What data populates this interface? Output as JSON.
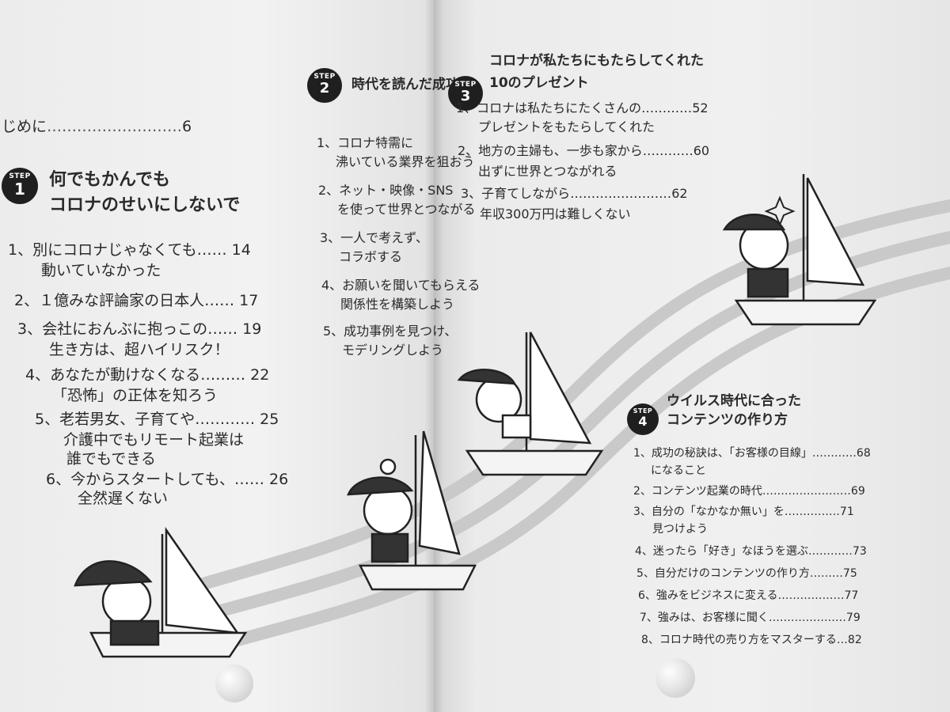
{
  "intro": {
    "label": "じめに",
    "dots": "………………………",
    "page": "6"
  },
  "step1": {
    "badge_step": "STEP",
    "badge_num": "1",
    "title_line1": "何でもかんでも",
    "title_line2": "コロナのせいにしないで",
    "items": [
      {
        "line1": "1、別にコロナじゃなくても……",
        "page": "14",
        "line2": "動いていなかった"
      },
      {
        "line1": "2、１億みな評論家の日本人……",
        "page": "17",
        "line2": ""
      },
      {
        "line1": "3、会社におんぶに抱っこの……",
        "page": "19",
        "line2": "生き方は、超ハイリスク！"
      },
      {
        "line1": "4、あなたが動けなくなる………",
        "page": "22",
        "line2": "「恐怖」の正体を知ろう"
      },
      {
        "line1": "5、老若男女、子育てや…………",
        "page": "25",
        "line2": "介護中でもリモート起業は",
        "line3": "誰でもできる"
      },
      {
        "line1": "6、今からスタートしても、……",
        "page": "26",
        "line2": "全然遅くない"
      }
    ]
  },
  "step2": {
    "badge_step": "STEP",
    "badge_num": "2",
    "title": "時代を読んだ成功",
    "items": [
      {
        "line1": "1、コロナ特需に",
        "line2": "沸いている業界を狙おう"
      },
      {
        "line1": "2、ネット・映像・SNS",
        "line2": "を使って世界とつながる"
      },
      {
        "line1": "3、一人で考えず、",
        "line2": "コラボする"
      },
      {
        "line1": "4、お願いを聞いてもらえる",
        "line2": "関係性を構築しよう"
      },
      {
        "line1": "5、成功事例を見つけ、",
        "line2": "モデリングしよう"
      }
    ]
  },
  "step3": {
    "badge_step": "STEP",
    "badge_num": "3",
    "title_line1": "コロナが私たちにもたらしてくれた",
    "title_line2": "10のプレゼント",
    "items": [
      {
        "line1": "1、コロナは私たちにたくさんの…………",
        "page": "52",
        "line2": "プレゼントをもたらしてくれた"
      },
      {
        "line1": "2、地方の主婦も、一歩も家から…………",
        "page": "60",
        "line2": "出ずに世界とつながれる"
      },
      {
        "line1": "3、子育てしながら……………………",
        "page": "62",
        "line2": "年収300万円は難しくない"
      }
    ]
  },
  "step4": {
    "badge_step": "STEP",
    "badge_num": "4",
    "title_line1": "ウイルス時代に合った",
    "title_line2": "コンテンツの作り方",
    "items": [
      {
        "line1": "1、成功の秘訣は、「お客様の目線」…………",
        "page": "68",
        "line2": "になること"
      },
      {
        "line1": "2、コンテンツ起業の時代……………………",
        "page": "69",
        "line2": ""
      },
      {
        "line1": "3、自分の「なかなか無い」を……………",
        "page": "71",
        "line2": "見つけよう"
      },
      {
        "line1": "4、迷ったら「好き」なほうを選ぶ…………",
        "page": "73",
        "line2": ""
      },
      {
        "line1": "5、自分だけのコンテンツの作り方………",
        "page": "75",
        "line2": ""
      },
      {
        "line1": "6、強みをビジネスに変える………………",
        "page": "77",
        "line2": ""
      },
      {
        "line1": "7、強みは、お客様に聞く…………………",
        "page": "79",
        "line2": ""
      },
      {
        "line1": "8、コロナ時代の売り方をマスターする…",
        "page": "82",
        "line2": ""
      }
    ]
  }
}
